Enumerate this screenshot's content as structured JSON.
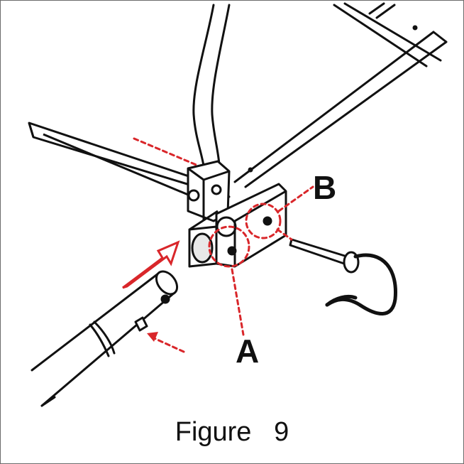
{
  "figure": {
    "caption": "Figure   9",
    "labels": {
      "a": "A",
      "b": "B"
    },
    "colors": {
      "line": "#111111",
      "callout": "#d9262a",
      "border": "#6b6b6b",
      "background": "#ffffff"
    }
  }
}
